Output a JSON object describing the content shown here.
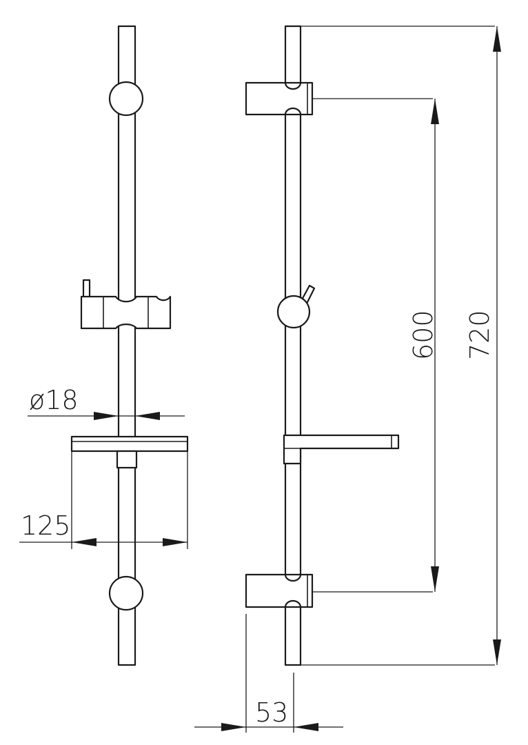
{
  "dimensions": {
    "diameter": "ø18",
    "dish_width": "125",
    "bracket_offset": "53",
    "bracket_spacing": "600",
    "total_height": "720"
  },
  "colors": {
    "line": "#1a1a1a",
    "background": "#ffffff"
  }
}
